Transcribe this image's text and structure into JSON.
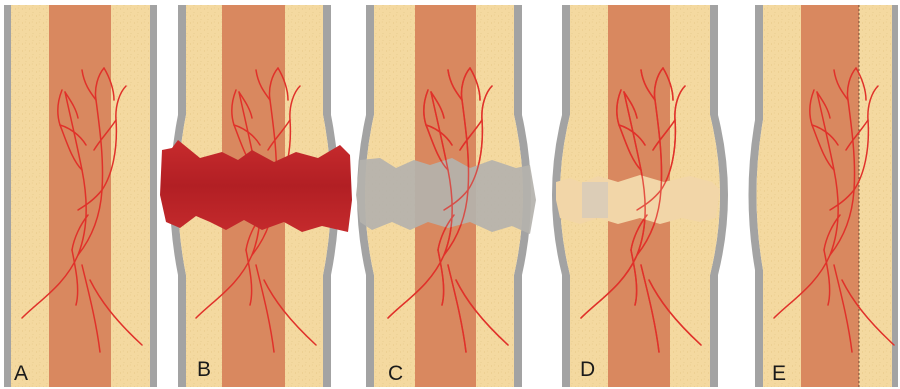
{
  "panels": [
    {
      "label": "A",
      "stage": "intact",
      "canal_color": "#d9885f",
      "callus_color": null
    },
    {
      "label": "B",
      "stage": "hematoma",
      "canal_color": "#d9885f",
      "callus_color": "#c0282b"
    },
    {
      "label": "C",
      "stage": "soft-callus",
      "canal_color": "#d9885f",
      "callus_color": "#b4b2ad"
    },
    {
      "label": "D",
      "stage": "hard-callus",
      "canal_color": "#d9885f",
      "callus_color": "#f2d6a8"
    },
    {
      "label": "E",
      "stage": "remodeled",
      "canal_color": "#d9885f",
      "callus_color": null
    }
  ],
  "colors": {
    "cortex": "#f4d9a0",
    "cortex_speckle": "#e3c37f",
    "periosteum": "#a3a3a3",
    "vessels": "#e0312a",
    "background": "#ffffff"
  }
}
